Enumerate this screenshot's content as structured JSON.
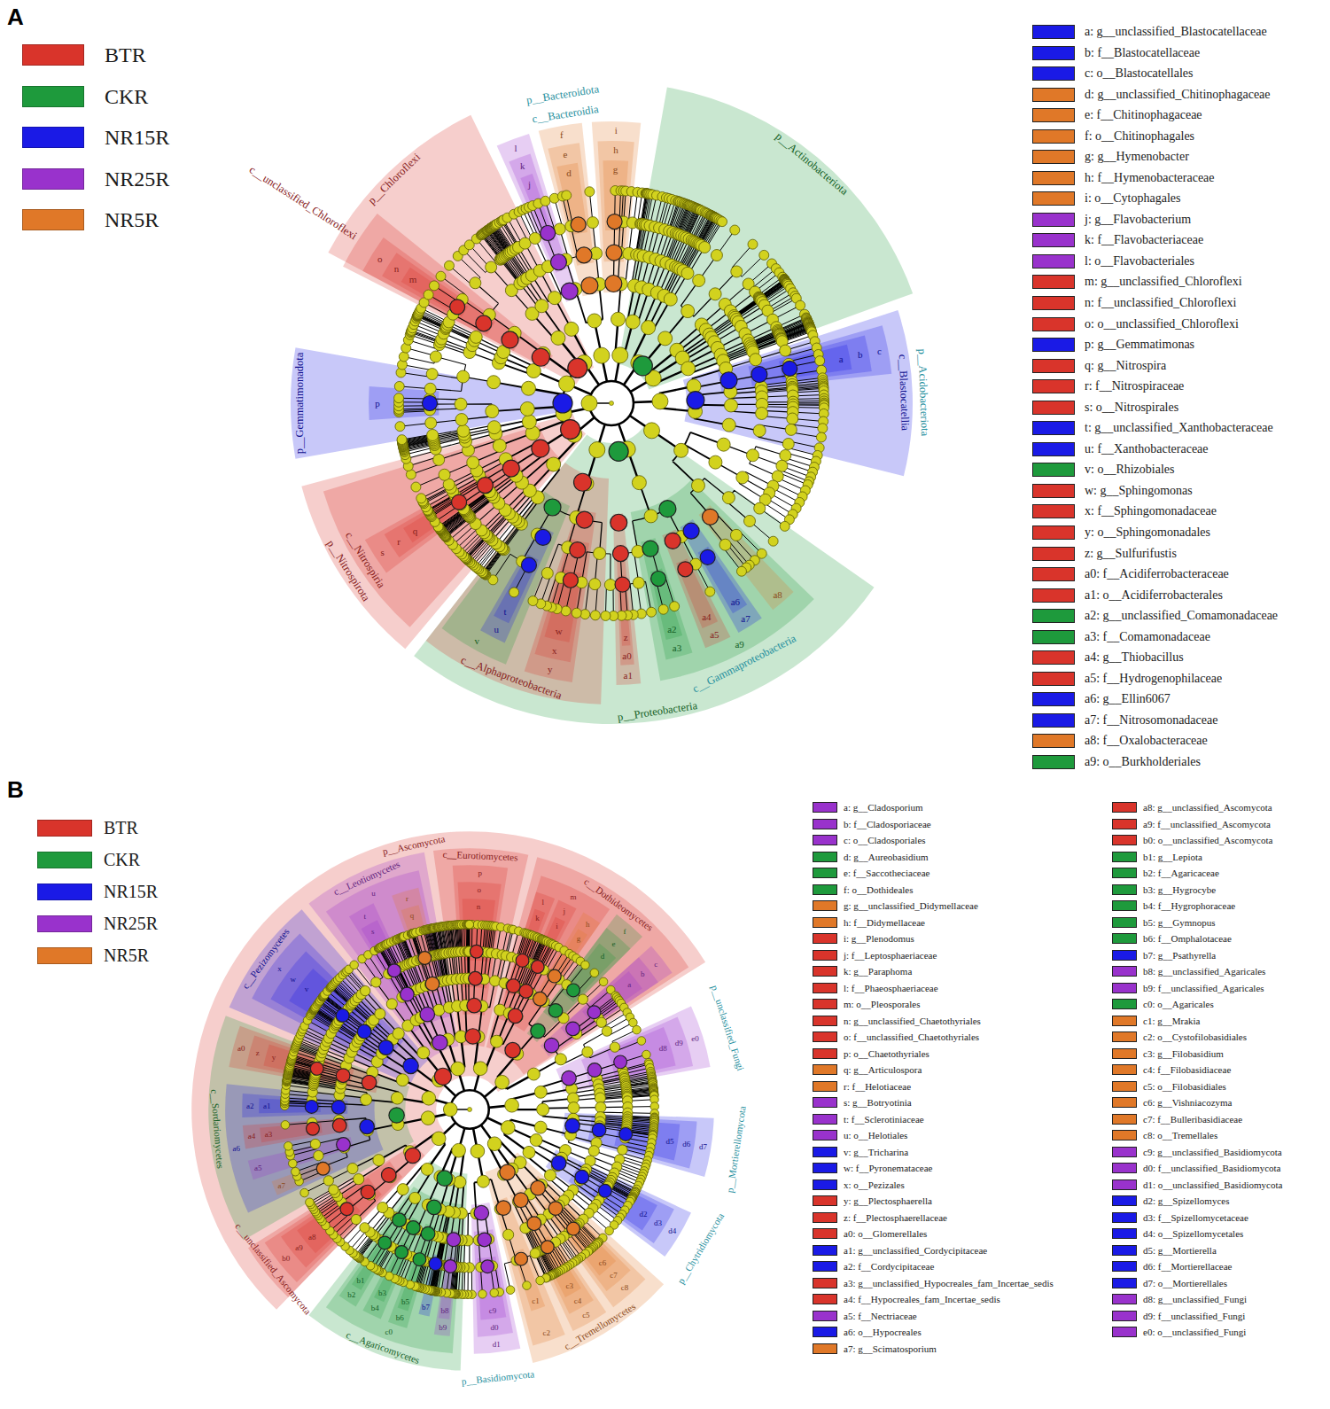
{
  "diagram": {
    "labels": [
      "A",
      "p__Actinobacteriota",
      "p__Acidobacteriota",
      "c__Blastocatellia",
      "c",
      "b",
      "a",
      "p__Chloroflexi",
      "c__unclassified_Chloroflexi",
      "o",
      "n",
      "m",
      "p__Bacteroidota",
      "c__Bacteroidia",
      "l",
      "k",
      "j",
      "f",
      "e",
      "d",
      "i",
      "h",
      "g",
      "p__Gemmatimonadota",
      "p",
      "p__Nitrospirota",
      "c__Nitrospiria",
      "s",
      "r",
      "q",
      "p__Proteobacteria",
      "c__Alphaproteobacteria",
      "v",
      "u",
      "t",
      "y",
      "x",
      "w",
      "c__Gammaproteobacteria",
      "a1",
      "a0",
      "z",
      "a9",
      "a3",
      "a2",
      "a5",
      "a4",
      "a7",
      "a6",
      "a8",
      "B",
      "p__Ascomycota",
      "c__Dothideomycetes",
      "c",
      "b",
      "a",
      "f",
      "e",
      "d",
      "m",
      "h",
      "g",
      "j",
      "i",
      "l",
      "k",
      "c__Eurotiomycetes",
      "p",
      "o",
      "n",
      "c__Leotiomycetes",
      "u",
      "r",
      "q",
      "t",
      "s",
      "c__Pezizomycetes",
      "x",
      "w",
      "v",
      "c__Sordariomycetes",
      "a0",
      "z",
      "y",
      "a6",
      "a2",
      "a1",
      "a4",
      "a3",
      "a5",
      "a7",
      "c__unclassified_Ascomycota",
      "b0",
      "a9",
      "a8",
      "p__Basidiomycota",
      "c__Agaricomycetes",
      "c0",
      "b2",
      "b1",
      "b4",
      "b3",
      "b6",
      "b5",
      "b7",
      "b9",
      "b8",
      "d1",
      "d0",
      "c9",
      "c__Tremellomycetes",
      "c2",
      "c1",
      "c5",
      "c4",
      "c3",
      "c8",
      "c7",
      "c6",
      "p__Chytridiomycota",
      "d4",
      "d3",
      "d2",
      "p__Mortierellomycota",
      "d7",
      "d6",
      "d5",
      "p__unclassified_Fungi",
      "e0",
      "d9",
      "d8"
    ],
    "legend": [
      {
        "text": "BTR",
        "color": "#d9342b"
      },
      {
        "text": "CKR",
        "color": "#1e9a3c"
      },
      {
        "text": "NR15R",
        "color": "#1a1ae6"
      },
      {
        "text": "NR25R",
        "color": "#9932cc"
      },
      {
        "text": "NR5R",
        "color": "#e07828"
      },
      {
        "text": "a: g__unclassified_Blastocatellaceae",
        "color": "#1a1ae6"
      },
      {
        "text": "b: f__Blastocatellaceae",
        "color": "#1a1ae6"
      },
      {
        "text": "c: o__Blastocatellales",
        "color": "#1a1ae6"
      },
      {
        "text": "d: g__unclassified_Chitinophagaceae",
        "color": "#e07828"
      },
      {
        "text": "e: f__Chitinophagaceae",
        "color": "#e07828"
      },
      {
        "text": "f: o__Chitinophagales",
        "color": "#e07828"
      },
      {
        "text": "g: g__Hymenobacter",
        "color": "#e07828"
      },
      {
        "text": "h: f__Hymenobacteraceae",
        "color": "#e07828"
      },
      {
        "text": "i: o__Cytophagales",
        "color": "#e07828"
      },
      {
        "text": "j: g__Flavobacterium",
        "color": "#9932cc"
      },
      {
        "text": "k: f__Flavobacteriaceae",
        "color": "#9932cc"
      },
      {
        "text": "l: o__Flavobacteriales",
        "color": "#9932cc"
      },
      {
        "text": "m: g__unclassified_Chloroflexi",
        "color": "#d9342b"
      },
      {
        "text": "n: f__unclassified_Chloroflexi",
        "color": "#d9342b"
      },
      {
        "text": "o: o__unclassified_Chloroflexi",
        "color": "#d9342b"
      },
      {
        "text": "p: g__Gemmatimonas",
        "color": "#1a1ae6"
      },
      {
        "text": "q: g__Nitrospira",
        "color": "#d9342b"
      },
      {
        "text": "r: f__Nitrospiraceae",
        "color": "#d9342b"
      },
      {
        "text": "s: o__Nitrospirales",
        "color": "#d9342b"
      },
      {
        "text": "t: g__unclassified_Xanthobacteraceae",
        "color": "#1a1ae6"
      },
      {
        "text": "u: f__Xanthobacteraceae",
        "color": "#1a1ae6"
      },
      {
        "text": "v: o__Rhizobiales",
        "color": "#1e9a3c"
      },
      {
        "text": "w: g__Sphingomonas",
        "color": "#d9342b"
      },
      {
        "text": "x: f__Sphingomonadaceae",
        "color": "#d9342b"
      },
      {
        "text": "y: o__Sphingomonadales",
        "color": "#d9342b"
      },
      {
        "text": "z: g__Sulfurifustis",
        "color": "#d9342b"
      },
      {
        "text": "a0: f__Acidiferrobacteraceae",
        "color": "#d9342b"
      },
      {
        "text": "a1: o__Acidiferrobacterales",
        "color": "#d9342b"
      },
      {
        "text": "a2: g__unclassified_Comamonadaceae",
        "color": "#1e9a3c"
      },
      {
        "text": "a3: f__Comamonadaceae",
        "color": "#1e9a3c"
      },
      {
        "text": "a4: g__Thiobacillus",
        "color": "#d9342b"
      },
      {
        "text": "a5: f__Hydrogenophilaceae",
        "color": "#d9342b"
      },
      {
        "text": "a6: g__Ellin6067",
        "color": "#1a1ae6"
      },
      {
        "text": "a7: f__Nitrosomonadaceae",
        "color": "#1a1ae6"
      },
      {
        "text": "a8: f__Oxalobacteraceae",
        "color": "#e07828"
      },
      {
        "text": "a9: o__Burkholderiales",
        "color": "#1e9a3c"
      },
      {
        "text": "BTR",
        "color": "#d9342b"
      },
      {
        "text": "CKR",
        "color": "#1e9a3c"
      },
      {
        "text": "NR15R",
        "color": "#1a1ae6"
      },
      {
        "text": "NR25R",
        "color": "#9932cc"
      },
      {
        "text": "NR5R",
        "color": "#e07828"
      },
      {
        "text": "a: g__Cladosporium",
        "color": "#9932cc"
      },
      {
        "text": "b: f__Cladosporiaceae",
        "color": "#9932cc"
      },
      {
        "text": "c: o__Cladosporiales",
        "color": "#9932cc"
      },
      {
        "text": "d: g__Aureobasidium",
        "color": "#1e9a3c"
      },
      {
        "text": "e: f__Saccotheciaceae",
        "color": "#1e9a3c"
      },
      {
        "text": "f: o__Dothideales",
        "color": "#1e9a3c"
      },
      {
        "text": "g: g__unclassified_Didymellaceae",
        "color": "#e07828"
      },
      {
        "text": "h: f__Didymellaceae",
        "color": "#e07828"
      },
      {
        "text": "i: g__Plenodomus",
        "color": "#d9342b"
      },
      {
        "text": "j: f__Leptosphaeriaceae",
        "color": "#d9342b"
      },
      {
        "text": "k: g__Paraphoma",
        "color": "#d9342b"
      },
      {
        "text": "l: f__Phaeosphaeriaceae",
        "color": "#d9342b"
      },
      {
        "text": "m: o__Pleosporales",
        "color": "#d9342b"
      },
      {
        "text": "n: g__unclassified_Chaetothyriales",
        "color": "#d9342b"
      },
      {
        "text": "o: f__unclassified_Chaetothyriales",
        "color": "#d9342b"
      },
      {
        "text": "p: o__Chaetothyriales",
        "color": "#d9342b"
      },
      {
        "text": "q: g__Articulospora",
        "color": "#e07828"
      },
      {
        "text": "r: f__Helotiaceae",
        "color": "#e07828"
      },
      {
        "text": "s: g__Botryotinia",
        "color": "#9932cc"
      },
      {
        "text": "t: f__Sclerotiniaceae",
        "color": "#9932cc"
      },
      {
        "text": "u: o__Helotiales",
        "color": "#9932cc"
      },
      {
        "text": "v: g__Tricharina",
        "color": "#1a1ae6"
      },
      {
        "text": "w: f__Pyronemataceae",
        "color": "#1a1ae6"
      },
      {
        "text": "x: o__Pezizales",
        "color": "#1a1ae6"
      },
      {
        "text": "y: g__Plectosphaerella",
        "color": "#d9342b"
      },
      {
        "text": "z: f__Plectosphaerellaceae",
        "color": "#d9342b"
      },
      {
        "text": "a0: o__Glomerellales",
        "color": "#d9342b"
      },
      {
        "text": "a1: g__unclassified_Cordycipitaceae",
        "color": "#1a1ae6"
      },
      {
        "text": "a2: f__Cordycipitaceae",
        "color": "#1a1ae6"
      },
      {
        "text": "a3: g__unclassified_Hypocreales_fam_Incertae_sedis",
        "color": "#d9342b"
      },
      {
        "text": "a4: f__Hypocreales_fam_Incertae_sedis",
        "color": "#d9342b"
      },
      {
        "text": "a5: f__Nectriaceae",
        "color": "#9932cc"
      },
      {
        "text": "a6: o__Hypocreales",
        "color": "#1a1ae6"
      },
      {
        "text": "a7: g__Scimatosporium",
        "color": "#e07828"
      },
      {
        "text": "a8: g__unclassified_Ascomycota",
        "color": "#d9342b"
      },
      {
        "text": "a9: f__unclassified_Ascomycota",
        "color": "#d9342b"
      },
      {
        "text": "b0: o__unclassified_Ascomycota",
        "color": "#d9342b"
      },
      {
        "text": "b1: g__Lepiota",
        "color": "#1e9a3c"
      },
      {
        "text": "b2: f__Agaricaceae",
        "color": "#1e9a3c"
      },
      {
        "text": "b3: g__Hygrocybe",
        "color": "#1e9a3c"
      },
      {
        "text": "b4: f__Hygrophoraceae",
        "color": "#1e9a3c"
      },
      {
        "text": "b5: g__Gymnopus",
        "color": "#1e9a3c"
      },
      {
        "text": "b6: f__Omphalotaceae",
        "color": "#1e9a3c"
      },
      {
        "text": "b7: g__Psathyrella",
        "color": "#1a1ae6"
      },
      {
        "text": "b8: g__unclassified_Agaricales",
        "color": "#9932cc"
      },
      {
        "text": "b9: f__unclassified_Agaricales",
        "color": "#9932cc"
      },
      {
        "text": "c0: o__Agaricales",
        "color": "#1e9a3c"
      },
      {
        "text": "c1: g__Mrakia",
        "color": "#e07828"
      },
      {
        "text": "c2: o__Cystofilobasidiales",
        "color": "#e07828"
      },
      {
        "text": "c3: g__Filobasidium",
        "color": "#e07828"
      },
      {
        "text": "c4: f__Filobasidiaceae",
        "color": "#e07828"
      },
      {
        "text": "c5: o__Filobasidiales",
        "color": "#e07828"
      },
      {
        "text": "c6: g__Vishniacozyma",
        "color": "#e07828"
      },
      {
        "text": "c7: f__Bulleribasidiaceae",
        "color": "#e07828"
      },
      {
        "text": "c8: o__Tremellales",
        "color": "#e07828"
      },
      {
        "text": "c9: g__unclassified_Basidiomycota",
        "color": "#9932cc"
      },
      {
        "text": "d0: f__unclassified_Basidiomycota",
        "color": "#9932cc"
      },
      {
        "text": "d1: o__unclassified_Basidiomycota",
        "color": "#9932cc"
      },
      {
        "text": "d2: g__Spizellomyces",
        "color": "#1a1ae6"
      },
      {
        "text": "d3: f__Spizellomycetaceae",
        "color": "#1a1ae6"
      },
      {
        "text": "d4: o__Spizellomycetales",
        "color": "#1a1ae6"
      },
      {
        "text": "d5: g__Mortierella",
        "color": "#1a1ae6"
      },
      {
        "text": "d6: f__Mortierellaceae",
        "color": "#1a1ae6"
      },
      {
        "text": "d7: o__Mortierellales",
        "color": "#1a1ae6"
      },
      {
        "text": "d8: g__unclassified_Fungi",
        "color": "#9932cc"
      },
      {
        "text": "d9: f__unclassified_Fungi",
        "color": "#9932cc"
      },
      {
        "text": "e0: o__unclassified_Fungi",
        "color": "#9932cc"
      }
    ]
  }
}
